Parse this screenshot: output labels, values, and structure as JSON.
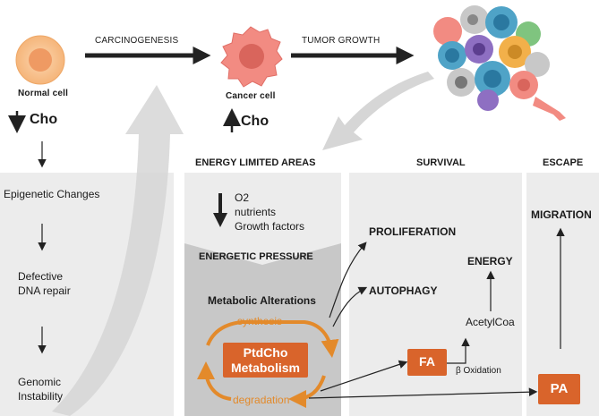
{
  "top": {
    "normal_cell_label": "Normal cell",
    "cancer_cell_label": "Cancer cell",
    "carcinogenesis_label": "CARCINOGENESIS",
    "tumor_growth_label": "TUMOR GROWTH",
    "normal_cho": "Cho",
    "cancer_cho": "Cho"
  },
  "left_panel": {
    "steps": [
      "Epigenetic Changes",
      "Defective",
      "DNA repair",
      "Genomic",
      "Instability"
    ]
  },
  "energy_panel": {
    "header": "ENERGY LIMITED AREAS",
    "deprivation": [
      "O2",
      "nutrients",
      "Growth factors"
    ],
    "pressure_label": "ENERGETIC PRESSURE",
    "metabolic_label": "Metabolic Alterations",
    "synthesis_label": "synthesis",
    "degradation_label": "degradation",
    "ptdcho_line1": "PtdCho",
    "ptdcho_line2": "Metabolism"
  },
  "survival_panel": {
    "header": "SURVIVAL",
    "proliferation": "PROLIFERATION",
    "autophagy": "AUTOPHAGY",
    "energy": "ENERGY",
    "acetylcoa": "AcetylCoa",
    "fa_label": "FA",
    "beta_oxidation": "β Oxidation"
  },
  "escape_panel": {
    "header": "ESCAPE",
    "migration": "MIGRATION",
    "pa_label": "PA"
  },
  "colors": {
    "panel_gray": "#ececec",
    "dark_panel": "#c8c8c8",
    "orange": "#e38a2b",
    "box_orange": "#d9642b",
    "normal_cell": "#f7c79a",
    "cancer_cell": "#f08a80"
  }
}
